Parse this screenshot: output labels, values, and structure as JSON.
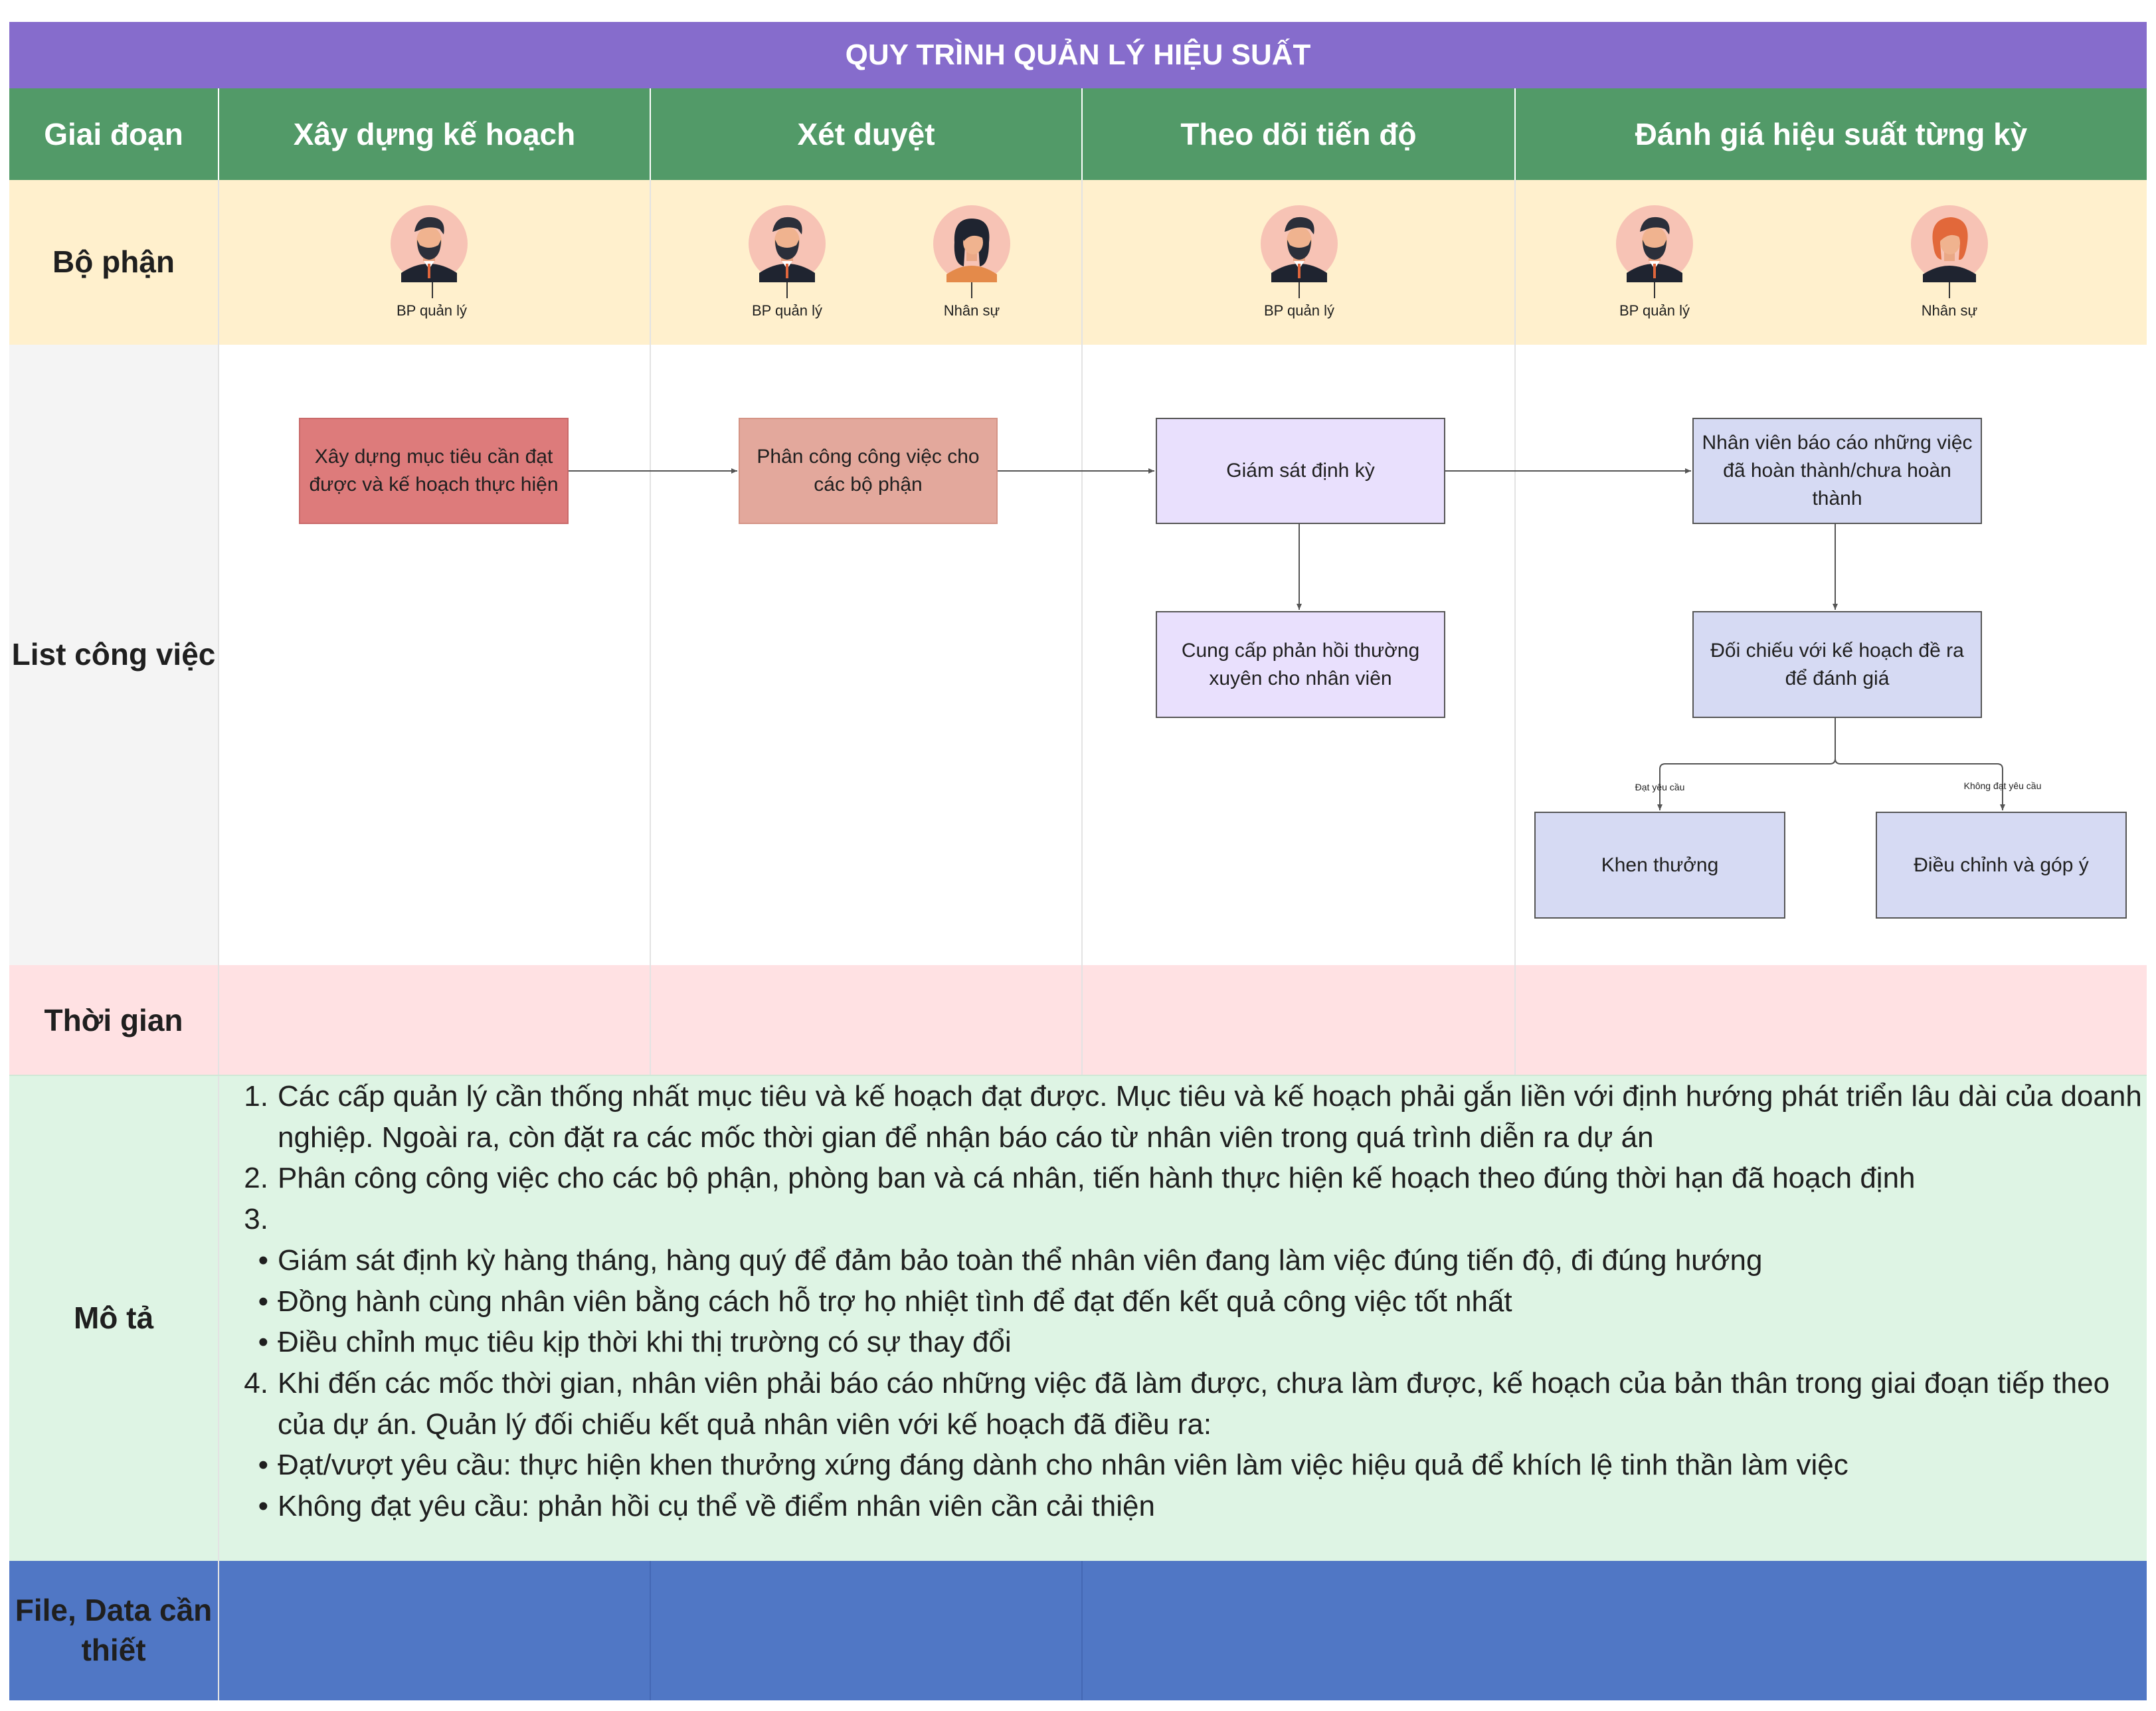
{
  "title": "QUY TRÌNH QUẢN LÝ HIỆU SUẤT",
  "header": {
    "stage_label": "Giai đoạn",
    "stages": [
      "Xây dựng kế hoạch",
      "Xét duyệt",
      "Theo dõi tiến độ",
      "Đánh giá hiệu suất từng kỳ"
    ]
  },
  "rows": {
    "department": "Bộ phận",
    "tasks": "List công việc",
    "time": "Thời gian",
    "description": "Mô tả",
    "files": "File, Data cần thiết"
  },
  "roles": {
    "manager": "BP quản lý",
    "hr": "Nhân sự"
  },
  "tasks": {
    "build_goals": "Xây dựng mục tiêu cần đạt được và kế hoạch thực hiện",
    "assign_work": "Phân công công việc cho các bộ phận",
    "periodic_monitoring": "Giám sát định kỳ",
    "feedback": "Cung cấp phản hồi thường xuyên cho nhân viên",
    "employee_report": "Nhân viên báo cáo những việc đã hoàn thành/chưa hoàn thành",
    "compare_plan": "Đối chiếu với kế hoạch đề ra để đánh giá",
    "reward": "Khen thưởng",
    "adjust": "Điều chỉnh và góp ý"
  },
  "branch_labels": {
    "met": "Đạt yêu cầu",
    "not_met": "Không đạt yêu cầu"
  },
  "description_list": [
    {
      "marker": "1.",
      "text": "Các cấp quản lý cần thống nhất mục tiêu và kế hoạch đạt được. Mục tiêu và kế hoạch phải gắn liền với định hướng phát triển lâu dài của doanh nghiệp. Ngoài ra, còn đặt ra các mốc thời gian để nhận báo cáo từ nhân viên trong quá trình diễn ra dự án"
    },
    {
      "marker": "2.",
      "text": "Phân công công việc cho các bộ phận, phòng ban và cá nhân, tiến hành thực hiện kế hoạch theo đúng thời hạn đã hoạch định"
    },
    {
      "marker": "3.",
      "text": ""
    },
    {
      "marker": "•",
      "text": "Giám sát định kỳ hàng tháng, hàng quý để đảm bảo toàn thể nhân viên đang làm việc đúng tiến độ, đi đúng hướng"
    },
    {
      "marker": "•",
      "text": "Đồng hành cùng nhân viên bằng cách hỗ trợ họ nhiệt tình để đạt đến kết quả công việc tốt nhất"
    },
    {
      "marker": "•",
      "text": "Điều chỉnh mục tiêu kịp thời khi thị trường có sự thay đổi"
    },
    {
      "marker": "4.",
      "text": "Khi đến các mốc thời gian, nhân viên phải  báo cáo những việc đã làm được, chưa làm được, kế hoạch của bản thân trong giai đoạn tiếp theo của dự án. Quản lý đối chiếu kết quả nhân viên với kế hoạch đã điều ra:"
    },
    {
      "marker": "•",
      "text": "Đạt/vượt yêu cầu: thực hiện khen thưởng xứng đáng dành cho nhân viên làm việc hiệu quả để khích lệ tinh thần làm việc"
    },
    {
      "marker": "•",
      "text": "Không đạt yêu cầu: phản hồi cụ thể về điểm nhân viên cần cải thiện"
    }
  ],
  "colors": {
    "title_bg": "#866ccc",
    "header_bg": "#529a68",
    "department_bg": "#fff0cd",
    "tasks_label_bg": "#f4f4f4",
    "time_bg": "#ffe1e3",
    "description_bg": "#def4e4",
    "files_bg": "#5077c5",
    "box_red": "#dd7b7b",
    "box_salmon": "#e3a89c",
    "box_lavender": "#e9e0fd",
    "box_periwinkle": "#d6daf3"
  }
}
